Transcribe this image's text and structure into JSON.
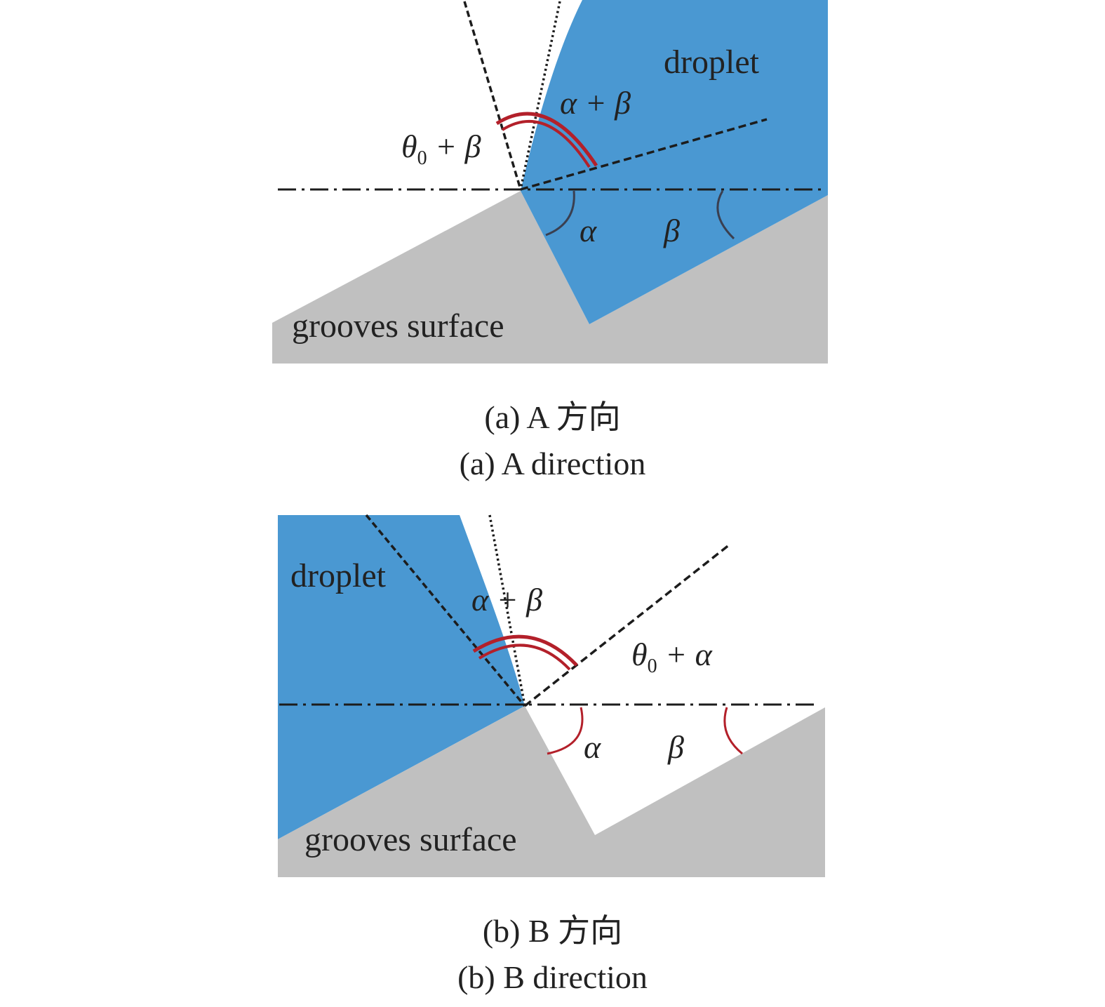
{
  "colors": {
    "droplet": "#4a98d2",
    "groove": "#c0c0c0",
    "arc_red": "#b3202a",
    "arc_dark": "#3a3f50",
    "line": "#1c1c1c"
  },
  "panel_a": {
    "droplet_label": "droplet",
    "surface_label": "grooves surface",
    "angle_top": "α + β",
    "angle_left_theta": "θ",
    "angle_left_sub": "0",
    "angle_left_rest": " + β",
    "angle_alpha": "α",
    "angle_beta": "β",
    "caption_cn": "(a) A 方向",
    "caption_en": "(a) A direction"
  },
  "panel_b": {
    "droplet_label": "droplet",
    "surface_label": "grooves surface",
    "angle_top": "α + β",
    "angle_right_theta": "θ",
    "angle_right_sub": "0",
    "angle_right_rest": " + α",
    "angle_alpha": "α",
    "angle_beta": "β",
    "caption_cn": "(b) B 方向",
    "caption_en": "(b) B direction"
  }
}
